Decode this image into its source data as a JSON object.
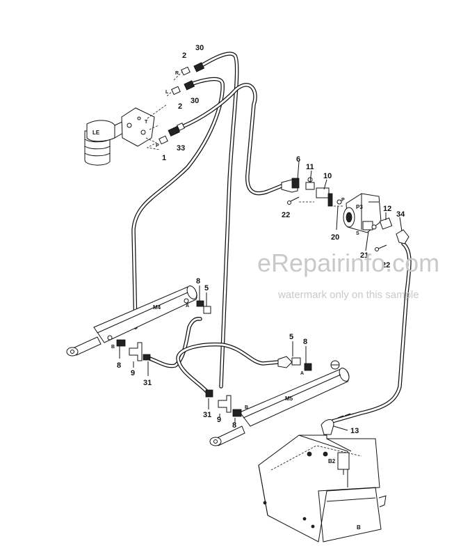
{
  "diagram": {
    "callouts": [
      {
        "id": "c-30a",
        "text": "30"
      },
      {
        "id": "c-2a",
        "text": "2"
      },
      {
        "id": "c-30b",
        "text": "30"
      },
      {
        "id": "c-2b",
        "text": "2"
      },
      {
        "id": "c-33",
        "text": "33"
      },
      {
        "id": "c-1",
        "text": "1"
      },
      {
        "id": "c-6",
        "text": "6"
      },
      {
        "id": "c-11",
        "text": "11"
      },
      {
        "id": "c-10",
        "text": "10"
      },
      {
        "id": "c-12",
        "text": "12"
      },
      {
        "id": "c-34",
        "text": "34"
      },
      {
        "id": "c-22a",
        "text": "22"
      },
      {
        "id": "c-20",
        "text": "20"
      },
      {
        "id": "c-21",
        "text": "21"
      },
      {
        "id": "c-22b",
        "text": "22"
      },
      {
        "id": "c-8a",
        "text": "8"
      },
      {
        "id": "c-5a",
        "text": "5"
      },
      {
        "id": "c-8b",
        "text": "8"
      },
      {
        "id": "c-9a",
        "text": "9"
      },
      {
        "id": "c-31a",
        "text": "31"
      },
      {
        "id": "c-5b",
        "text": "5"
      },
      {
        "id": "c-8c",
        "text": "8"
      },
      {
        "id": "c-31b",
        "text": "31"
      },
      {
        "id": "c-9b",
        "text": "9"
      },
      {
        "id": "c-8d",
        "text": "8"
      },
      {
        "id": "c-13",
        "text": "13"
      }
    ],
    "port_labels": [
      {
        "id": "p-R",
        "text": "R"
      },
      {
        "id": "p-L",
        "text": "L"
      },
      {
        "id": "p-T",
        "text": "T"
      },
      {
        "id": "p-P",
        "text": "P"
      },
      {
        "id": "p-P2",
        "text": "P"
      },
      {
        "id": "p-S",
        "text": "S"
      },
      {
        "id": "p-A1",
        "text": "A"
      },
      {
        "id": "p-B1",
        "text": "B"
      },
      {
        "id": "p-A2",
        "text": "A"
      },
      {
        "id": "p-B2",
        "text": "B"
      }
    ],
    "component_labels": [
      {
        "id": "k-LE",
        "text": "LE"
      },
      {
        "id": "k-P3",
        "text": "P3"
      },
      {
        "id": "k-M4",
        "text": "M4"
      },
      {
        "id": "k-M5",
        "text": "M5"
      },
      {
        "id": "k-B2",
        "text": "B2"
      },
      {
        "id": "k-B",
        "text": "B"
      }
    ]
  },
  "watermark": {
    "main": "eRepairinfo.com",
    "sub": "watermark only on this sample"
  }
}
